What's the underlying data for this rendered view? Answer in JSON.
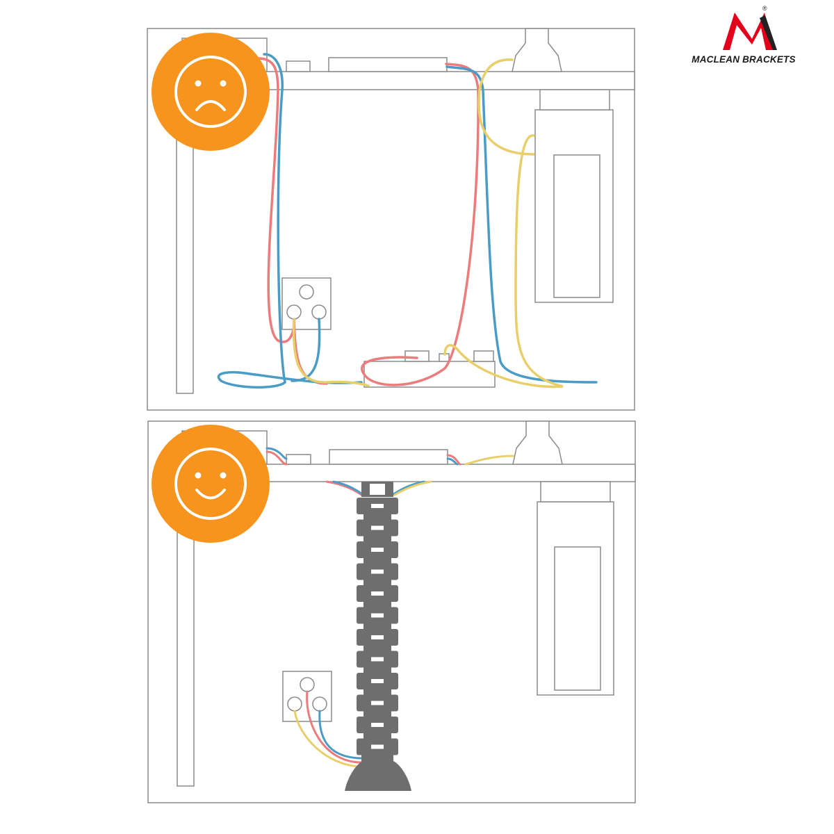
{
  "logo": {
    "brand_text": "MACLEAN BRACKETS",
    "registered_mark": "®",
    "mark_color": "#e2001a",
    "text_color": "#1a1a1a"
  },
  "panels": [
    {
      "id": "before",
      "mood": "sad",
      "face_icon": "sad-face-icon"
    },
    {
      "id": "after",
      "mood": "happy",
      "face_icon": "happy-face-icon"
    }
  ],
  "colors": {
    "badge_orange": "#f7941d",
    "cable_red": "#ee7b7b",
    "cable_blue": "#4a9cc7",
    "cable_yellow": "#e9cf6a",
    "spine_grey": "#6e6e6e",
    "line_grey": "#8a8a8a"
  }
}
